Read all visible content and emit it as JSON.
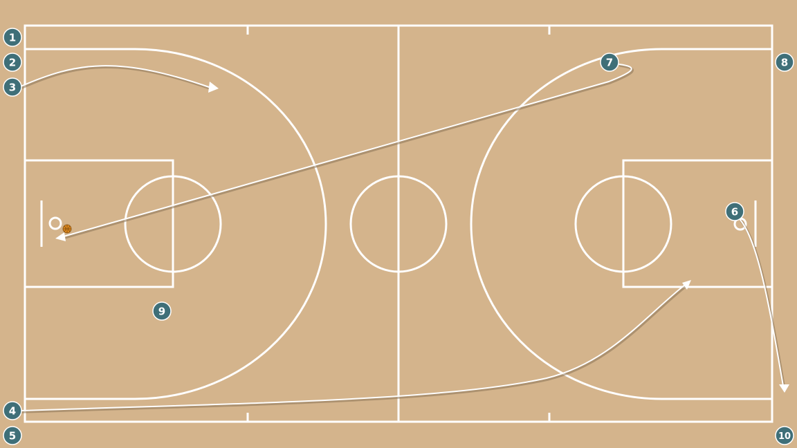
{
  "diagram": {
    "type": "basketball-court-play",
    "colors": {
      "court": "#d4b48c",
      "lines": "#ffffff",
      "marker_fill": "#3f6f78",
      "marker_text": "#ffffff",
      "ball": "#e08a1e"
    },
    "markers": [
      {
        "id": "m1",
        "label": "1"
      },
      {
        "id": "m2",
        "label": "2"
      },
      {
        "id": "m3",
        "label": "3"
      },
      {
        "id": "m4",
        "label": "4"
      },
      {
        "id": "m5",
        "label": "5"
      },
      {
        "id": "m6",
        "label": "6"
      },
      {
        "id": "m7",
        "label": "7"
      },
      {
        "id": "m8",
        "label": "8"
      },
      {
        "id": "m9",
        "label": "9"
      },
      {
        "id": "m10",
        "label": "10"
      }
    ],
    "movements": [
      {
        "from": "3",
        "style": "arrow"
      },
      {
        "from": "4",
        "style": "arrow"
      },
      {
        "from": "6",
        "style": "arrow"
      },
      {
        "from": "7",
        "style": "arrow"
      }
    ],
    "ball_icon": "basketball-icon"
  }
}
